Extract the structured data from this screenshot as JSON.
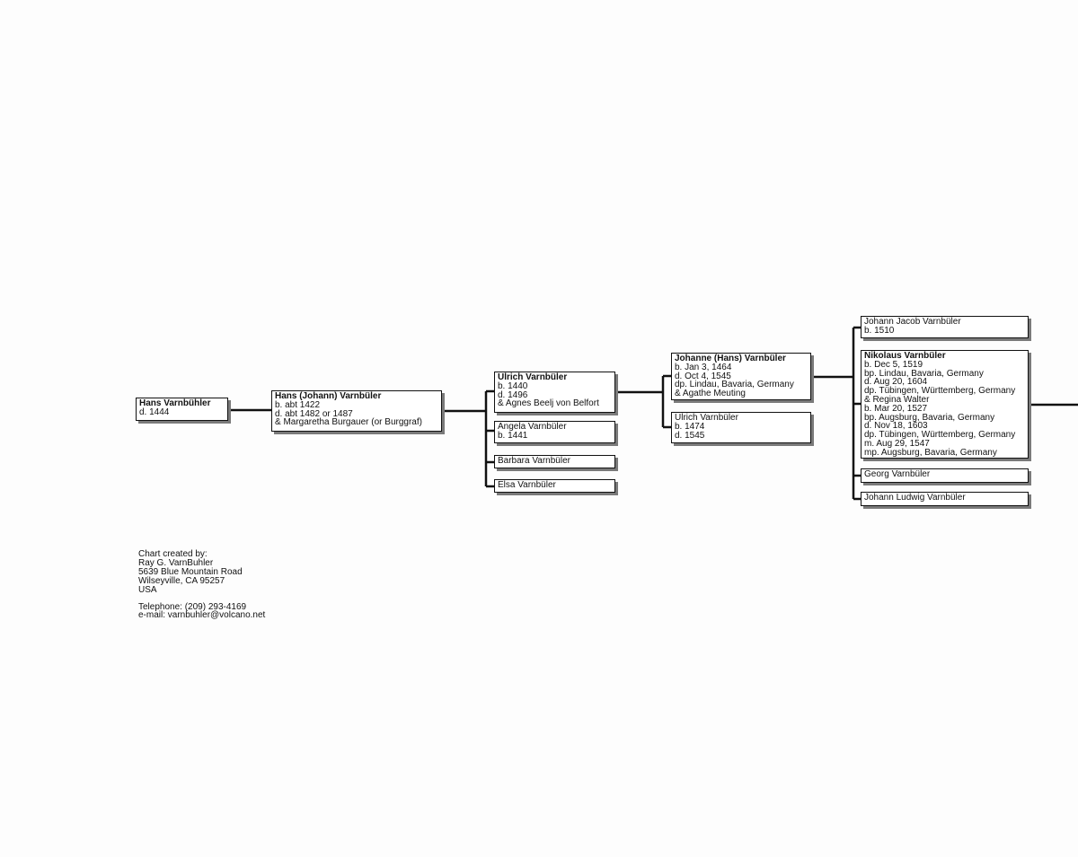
{
  "people": {
    "g1_hans": {
      "name": "Hans  Varnbühler",
      "lines": [
        "d. 1444"
      ]
    },
    "g2_hans_johann": {
      "name": "Hans  (Johann)  Varnbüler",
      "lines": [
        "b. abt 1422",
        "d. abt 1482 or 1487",
        "& Margaretha Burgauer (or Burggraf)"
      ]
    },
    "g3_ulrich": {
      "name": "Ulrich   Varnbüler",
      "lines": [
        "b. 1440",
        "d. 1496",
        "& Agnes Beelj von Belfort"
      ]
    },
    "g3_angela": {
      "name": "Angela  Varnbüler",
      "lines": [
        "b. 1441"
      ]
    },
    "g3_barbara": {
      "name": "Barbara  Varnbüler",
      "lines": []
    },
    "g3_elsa": {
      "name": "Elsa  Varnbüler",
      "lines": []
    },
    "g4_johanne": {
      "name": "Johanne  (Hans)  Varnbüler",
      "lines": [
        "b. Jan 3, 1464",
        "d. Oct 4, 1545",
        "dp. Lindau, Bavaria, Germany",
        "& Agathe Meuting"
      ]
    },
    "g4_ulrich": {
      "name": "Ulrich  Varnbüler",
      "lines": [
        "b. 1474",
        "d. 1545"
      ]
    },
    "g5_johann_jacob": {
      "name": "Johann  Jacob  Varnbüler",
      "lines": [
        "b. 1510"
      ]
    },
    "g5_nikolaus": {
      "name": "Nikolaus   Varnbüler",
      "lines": [
        "b. Dec 5, 1519",
        "bp. Lindau, Bavaria, Germany",
        "d. Aug 20, 1604",
        "dp. Tübingen, Württemberg, Germany",
        "& Regina Walter",
        "b. Mar 20, 1527",
        "bp. Augsburg, Bavaria, Germany",
        "d. Nov 18, 1603",
        "dp. Tübingen, Württemberg, Germany",
        "m. Aug 29, 1547",
        "mp. Augsburg, Bavaria, Germany"
      ]
    },
    "g5_georg": {
      "name": "Georg  Varnbüler",
      "lines": []
    },
    "g5_johann_ludwig": {
      "name": "Johann  Ludwig  Varnbüler",
      "lines": []
    }
  },
  "credits": {
    "line1": "Chart  created  by:",
    "line2": "Ray  G.  VarnBuhler",
    "line3": "5639 Blue Mountain Road",
    "line4": "Wilseyville,  CA  95257",
    "line5": "USA",
    "telephone": "Telephone:  (209)  293-4169",
    "email": "e-mail:  varnbuhler@volcano.net"
  }
}
